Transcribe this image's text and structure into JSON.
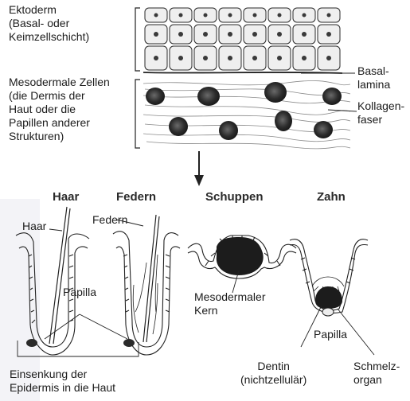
{
  "labels": {
    "ectoderm": "Ektoderm\n(Basal- oder\nKeimzellschicht)",
    "mesoderm_cells": "Mesodermale Zellen\n(die Dermis der\nHaut oder die\nPapillen anderer\nStrukturen)",
    "basal_lamina": "Basal-\nlamina",
    "collagen": "Kollagen-\nfaser",
    "hair_header": "Haar",
    "feathers_header": "Federn",
    "scales_header": "Schuppen",
    "tooth_header": "Zahn",
    "hair": "Haar",
    "feathers": "Federn",
    "papilla_left": "Papilla",
    "mesoderm_core": "Mesodermaler\nKern",
    "papilla_tooth": "Papilla",
    "dentin": "Dentin\n(nichtzellulär)",
    "enamel_organ": "Schmelz-\norgan",
    "invagination": "Einsenkung der\nEpidermis in die Haut"
  },
  "colors": {
    "ink": "#1c1c1c",
    "cell_fill": "#efefef",
    "nucleus": "#3a3a3a",
    "mesoderm_cell": "#2c2c2c",
    "fiber": "#8a8a8a",
    "left_tint": "#f3f3f7"
  }
}
